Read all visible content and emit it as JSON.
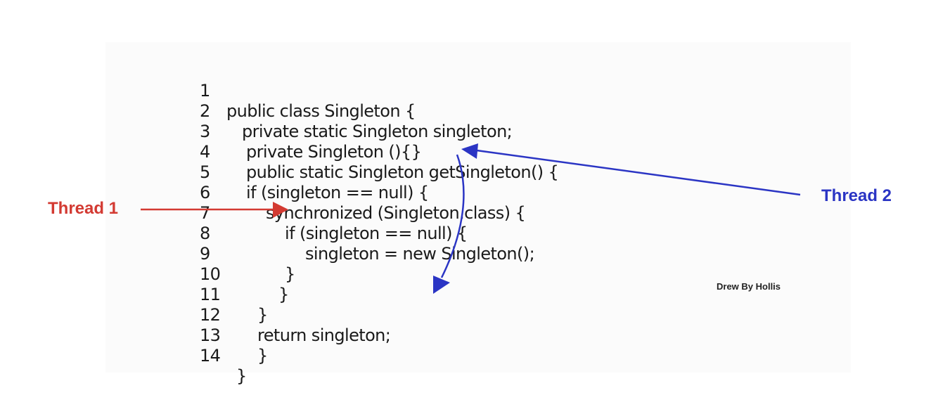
{
  "code_lines": [
    {
      "num": "1",
      "text": "public class Singleton {"
    },
    {
      "num": "2",
      "text": "private static Singleton singleton;"
    },
    {
      "num": "3",
      "text": "private Singleton (){}"
    },
    {
      "num": "4",
      "text": "public static Singleton getSingleton() {"
    },
    {
      "num": "5",
      "text": "if (singleton == null) {"
    },
    {
      "num": "6",
      "text": "synchronized (Singleton.class) {"
    },
    {
      "num": "7",
      "text": "if (singleton == null) {"
    },
    {
      "num": "8",
      "text": "singleton = new Singleton();"
    },
    {
      "num": "9",
      "text": "}"
    },
    {
      "num": "10",
      "text": "}"
    },
    {
      "num": "11",
      "text": "}"
    },
    {
      "num": "12",
      "text": "return singleton;"
    },
    {
      "num": "13",
      "text": "}"
    },
    {
      "num": "14",
      "text": "}"
    }
  ],
  "labels": {
    "thread1": "Thread 1",
    "thread2": "Thread 2",
    "credit": "Drew By Hollis"
  },
  "colors": {
    "thread1": "#d33a32",
    "thread2": "#2b35c4"
  }
}
